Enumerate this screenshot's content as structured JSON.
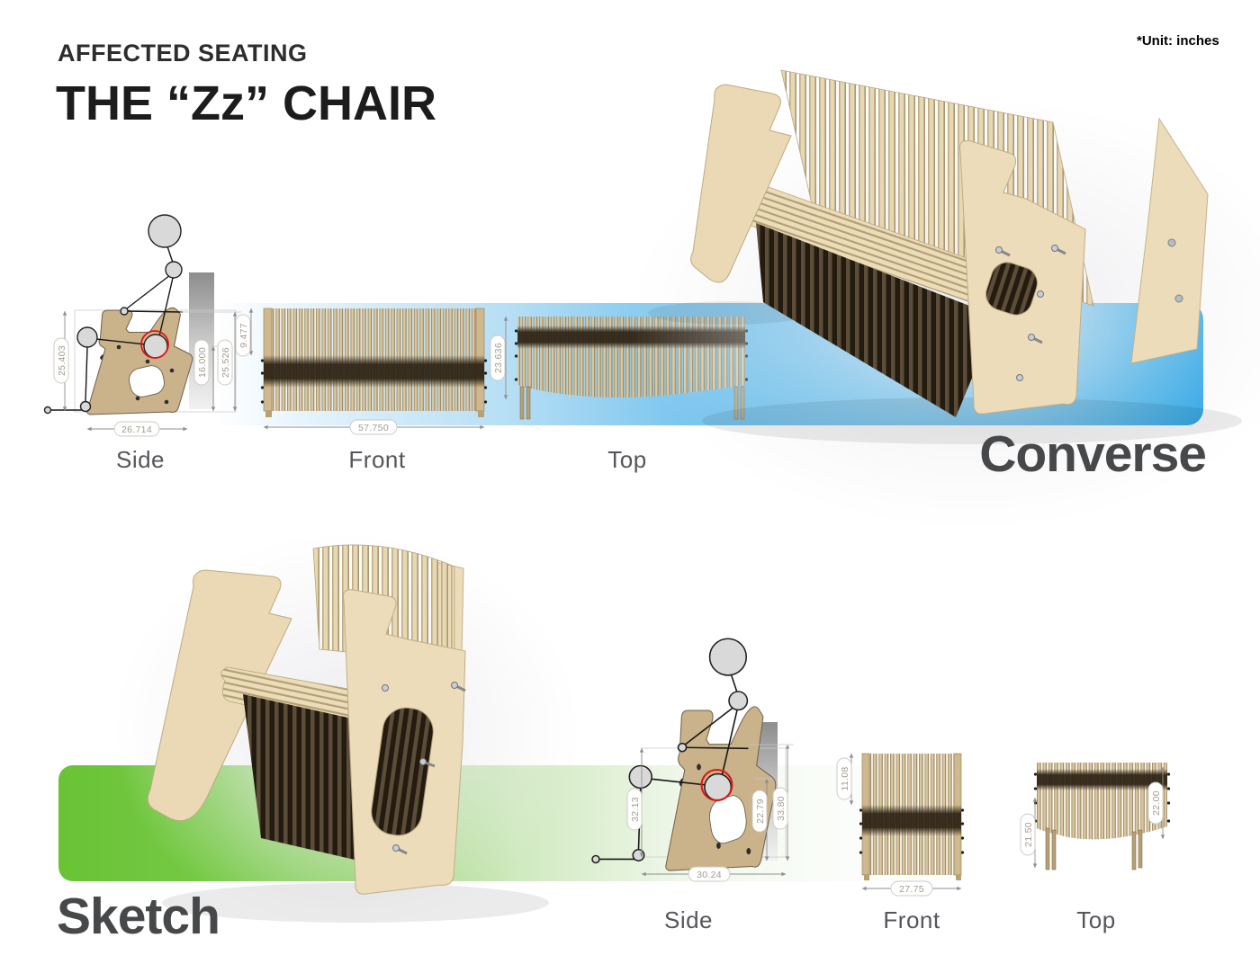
{
  "header": {
    "kicker": "AFFECTED SEATING",
    "title": "THE “Zz” CHAIR",
    "unit_note": "*Unit: inches"
  },
  "colors": {
    "converse_accent": "#18a2e6",
    "sketch_accent": "#6cc436",
    "wood": "#d9c59b",
    "name_gray": "#47484a"
  },
  "converse": {
    "name": "Converse",
    "view_labels": {
      "side": "Side",
      "front": "Front",
      "top": "Top"
    },
    "dims": {
      "back_height": "25.403",
      "depth": "26.714",
      "seat_height": "16.000",
      "total_height": "25.526",
      "backrest_above_seat": "9.477",
      "width": "57.750",
      "top_depth": "23.636"
    }
  },
  "sketch": {
    "name": "Sketch",
    "view_labels": {
      "side": "Side",
      "front": "Front",
      "top": "Top"
    },
    "dims": {
      "back_height": "32.13",
      "depth": "30.24",
      "seat_height": "22.79",
      "total_height": "33.80",
      "backrest_above_seat": "11.08",
      "width": "27.75",
      "top_depth_left": "21.50",
      "top_depth_right": "22.00"
    }
  }
}
